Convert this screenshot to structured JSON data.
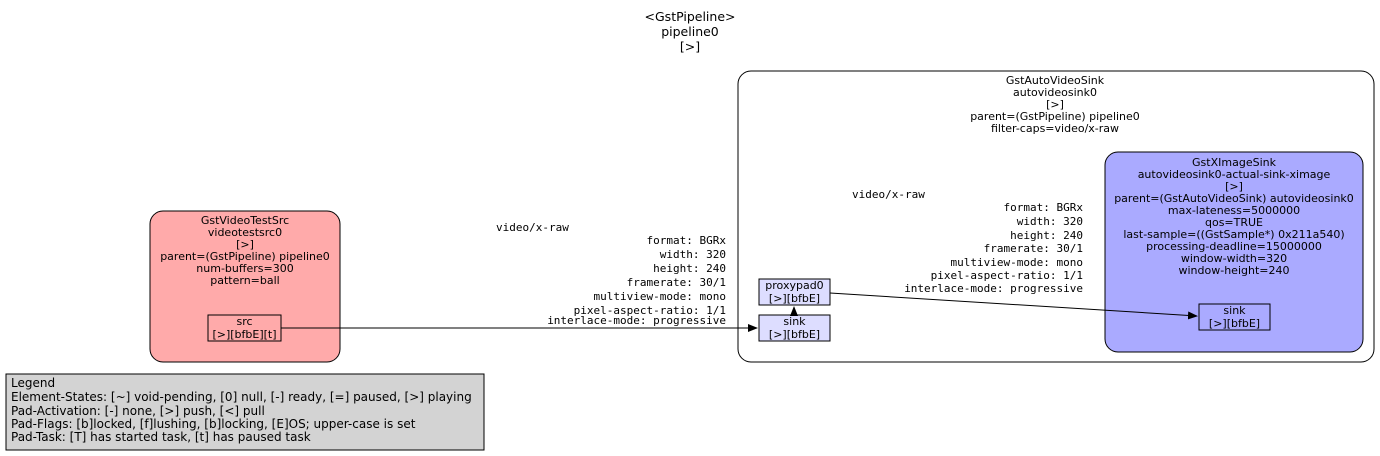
{
  "pipeline": {
    "type": "<GstPipeline>",
    "name": "pipeline0",
    "state": "[>]"
  },
  "src_element": {
    "lines": [
      "GstVideoTestSrc",
      "videotestsrc0",
      "[>]",
      "parent=(GstPipeline) pipeline0",
      "num-buffers=300",
      "pattern=ball"
    ],
    "pad": {
      "name": "src",
      "flags": "[>][bfbE][t]"
    },
    "fill": "#ffaaaa"
  },
  "bin_element": {
    "lines": [
      "GstAutoVideoSink",
      "autovideosink0",
      "[>]",
      "parent=(GstPipeline) pipeline0",
      "filter-caps=video/x-raw"
    ],
    "proxy_pad": {
      "name": "proxypad0",
      "flags": "[>][bfbE]"
    },
    "sink_pad": {
      "name": "sink",
      "flags": "[>][bfbE]"
    },
    "pad_fill": "#ddddff"
  },
  "sink_element": {
    "lines": [
      "GstXImageSink",
      "autovideosink0-actual-sink-ximage",
      "[>]",
      "parent=(GstAutoVideoSink) autovideosink0",
      "max-lateness=5000000",
      "qos=TRUE",
      "last-sample=((GstSample*) 0x211a540)",
      "processing-deadline=15000000",
      "window-width=320",
      "window-height=240"
    ],
    "pad": {
      "name": "sink",
      "flags": "[>][bfbE]"
    },
    "fill": "#aaaaff"
  },
  "caps_left": {
    "media": "video/x-raw",
    "fields": [
      "format: BGRx",
      "width: 320",
      "height: 240",
      "framerate: 30/1",
      "multiview-mode: mono",
      "pixel-aspect-ratio: 1/1",
      "interlace-mode: progressive"
    ]
  },
  "caps_right": {
    "media": "video/x-raw",
    "fields": [
      "format: BGRx",
      "width: 320",
      "height: 240",
      "framerate: 30/1",
      "multiview-mode: mono",
      "pixel-aspect-ratio: 1/1",
      "interlace-mode: progressive"
    ]
  },
  "legend": {
    "lines": [
      "Legend",
      "Element-States: [~] void-pending, [0] null, [-] ready, [=] paused, [>] playing",
      "Pad-Activation: [-] none, [>] push, [<] pull",
      "Pad-Flags: [b]locked, [f]lushing, [b]locking, [E]OS; upper-case is set",
      "Pad-Task: [T] has started task, [t] has paused task"
    ],
    "fill": "#d3d3d3"
  }
}
